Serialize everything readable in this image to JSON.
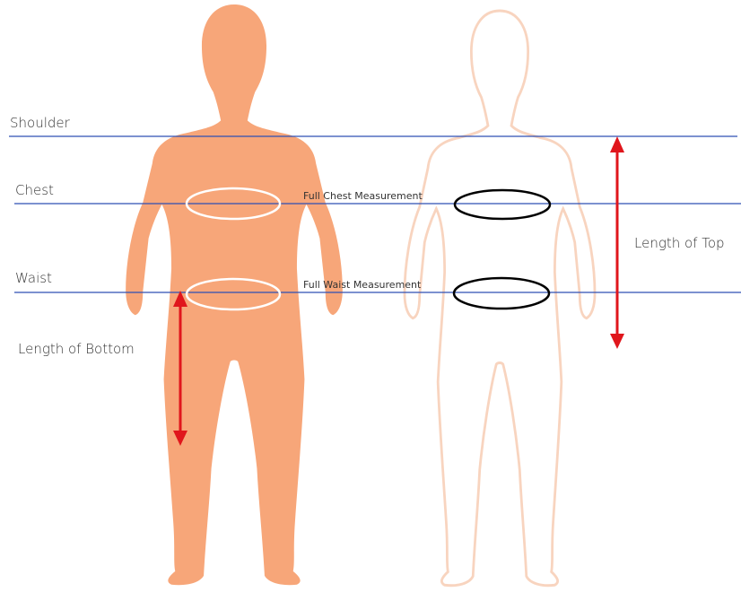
{
  "labels": {
    "shoulder": "Shoulder",
    "chest": "Chest",
    "waist": "Waist",
    "length_of_bottom": "Length of Bottom",
    "length_of_top": "Length of Top",
    "full_chest": "Full Chest Measurement",
    "full_waist": "Full Waist Measurement"
  },
  "colors": {
    "filled_body": "#f7a679",
    "outline_body": "#f8d4bf",
    "guide_line": "#2e4fb5",
    "arrow": "#e0161c",
    "ring_on_filled": "#ffffff",
    "ring_on_outline": "#000000"
  }
}
